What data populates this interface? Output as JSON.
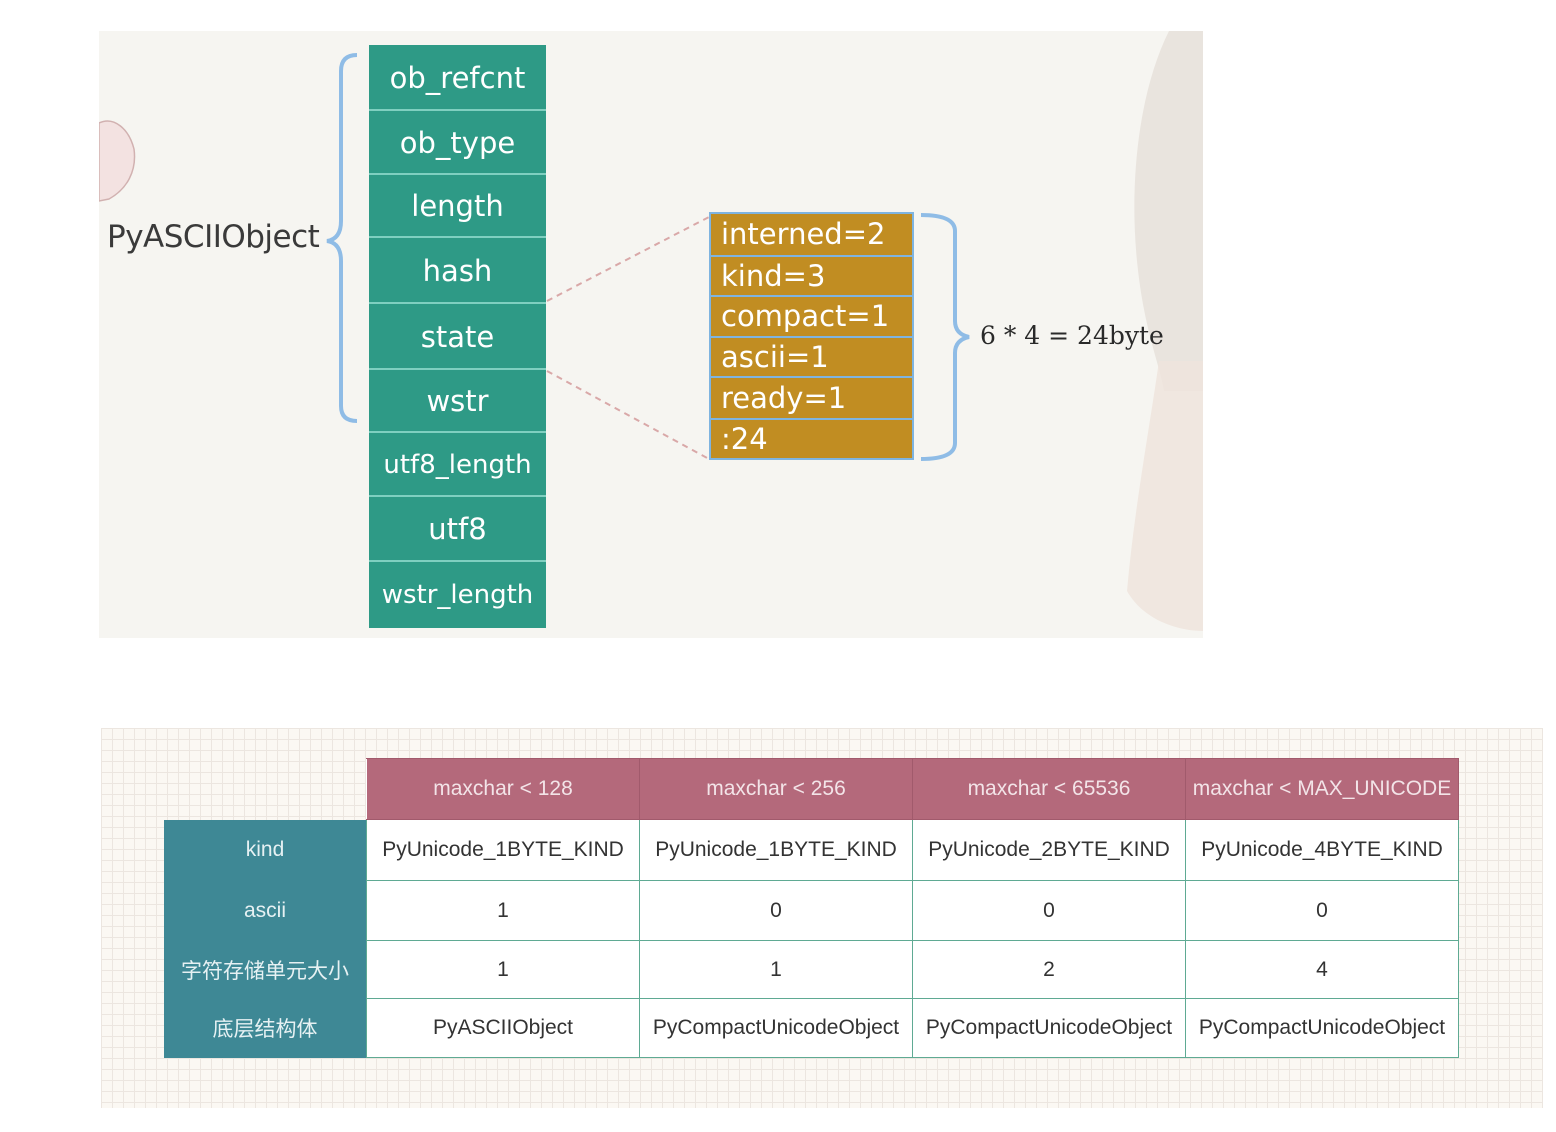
{
  "diagram": {
    "object_name": "PyASCIIObject",
    "fields": [
      "ob_refcnt",
      "ob_type",
      "length",
      "hash",
      "state",
      "wstr",
      "utf8_length",
      "utf8",
      "wstr_length"
    ],
    "state_bits": [
      "interned=2",
      "kind=3",
      "compact=1",
      "ascii=1",
      "ready=1",
      ":24"
    ],
    "state_size": "6 * 4 = 24byte",
    "colors": {
      "field_bg": "#2e9a86",
      "state_bg": "#c18d22",
      "brace": "#8fbce6",
      "dashed_link": "#d9a8a8"
    }
  },
  "table": {
    "columns": [
      "maxchar < 128",
      "maxchar < 256",
      "maxchar < 65536",
      "maxchar < MAX_UNICODE"
    ],
    "rows": [
      {
        "label": "kind",
        "cells": [
          "PyUnicode_1BYTE_KIND",
          "PyUnicode_1BYTE_KIND",
          "PyUnicode_2BYTE_KIND",
          "PyUnicode_4BYTE_KIND"
        ]
      },
      {
        "label": "ascii",
        "cells": [
          "1",
          "0",
          "0",
          "0"
        ]
      },
      {
        "label": "字符存储单元大小",
        "cells": [
          "1",
          "1",
          "2",
          "4"
        ]
      },
      {
        "label": "底层结构体",
        "cells": [
          "PyASCIIObject",
          "PyCompactUnicodeObject",
          "PyCompactUnicodeObject",
          "PyCompactUnicodeObject"
        ]
      }
    ],
    "colors": {
      "header_bg": "#b4697b",
      "row_header_bg": "#3e8895",
      "cell_border": "#5faa93"
    }
  }
}
